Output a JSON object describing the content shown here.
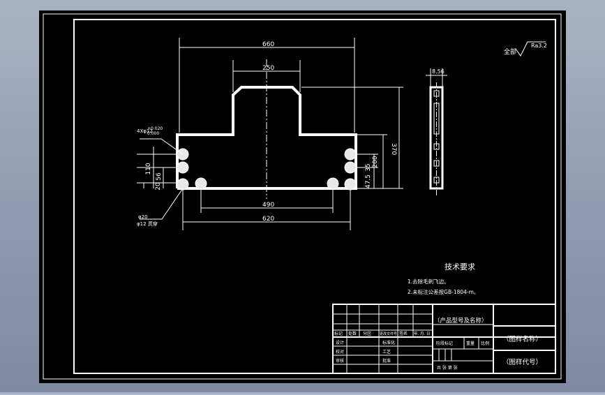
{
  "colors": {
    "background": "#8f9bb0",
    "sheet": "#000000",
    "line": "#ffffff"
  },
  "drawing": {
    "roughness_note": "全部",
    "roughness_value": "Ra3.2",
    "dims": {
      "d660": "660",
      "d250": "250",
      "d370": "370",
      "d200": "200",
      "d110": "110",
      "d56": "56",
      "d20": "20",
      "d47_5": "47.5",
      "d35": "35",
      "d490": "490",
      "d620": "620",
      "d8_56": "8.56",
      "tol_hole": "4Xφ12",
      "tol_up": "+0.020",
      "tol_low": "0.000",
      "hole_d": "φ20",
      "hole_spec": "φ12 贯穿"
    },
    "tech": {
      "title": "技术要求",
      "line1": "1.去除毛刺飞边。",
      "line2": "2.未标注公差按GB-1804-m。"
    }
  },
  "title_block": {
    "product": "（产品型号及名称）",
    "drawing_name": "（图样名称）",
    "drawing_code": "（图样代号）",
    "r_mark": "标记",
    "r_count": "处数",
    "r_zone": "分区",
    "r_docno": "更改文件号",
    "r_sign": "签名",
    "r_date": "年. 月. 日",
    "design": "设计",
    "check": "校对",
    "audit": "审核",
    "std": "标准化",
    "craft": "工艺",
    "approve": "批准",
    "stage": "阶段标记",
    "weight": "重量",
    "scale": "比例",
    "sheets": "共 张 第 张"
  }
}
